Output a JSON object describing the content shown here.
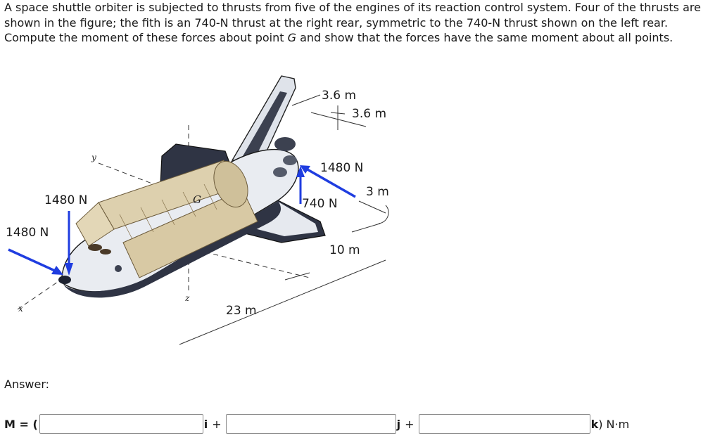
{
  "problem": {
    "text_before_g": "A space shuttle orbiter is subjected to thrusts from five of the engines of its reaction control system. Four of the thrusts are shown in the figure; the fith is an 740-N thrust at the right rear, symmetric to the 740-N thrust shown on the left rear. Compute the moment of these forces about point ",
    "point": "G",
    "text_after_g": " and show that the forces have the same moment about all points."
  },
  "figure": {
    "dim_1": "3.6 m",
    "dim_2": "3.6 m",
    "force_rear_blue": "1480 N",
    "dim_3": "3 m",
    "force_rear_up": "740 N",
    "dim_4": "10 m",
    "force_nose_down": "1480 N",
    "force_nose_blue": "1480 N",
    "dim_5": "23 m",
    "axis_x": "x",
    "axis_y": "y",
    "axis_z": "z",
    "point_g": "G"
  },
  "answer": {
    "label": "Answer:",
    "m_prefix": "M = (",
    "i_unit": "i",
    "j_unit": "j",
    "k_unit": "k",
    "plus_1": "+",
    "plus_2": "+",
    "suffix": ") N·m",
    "i_value": "",
    "j_value": "",
    "k_value": ""
  }
}
